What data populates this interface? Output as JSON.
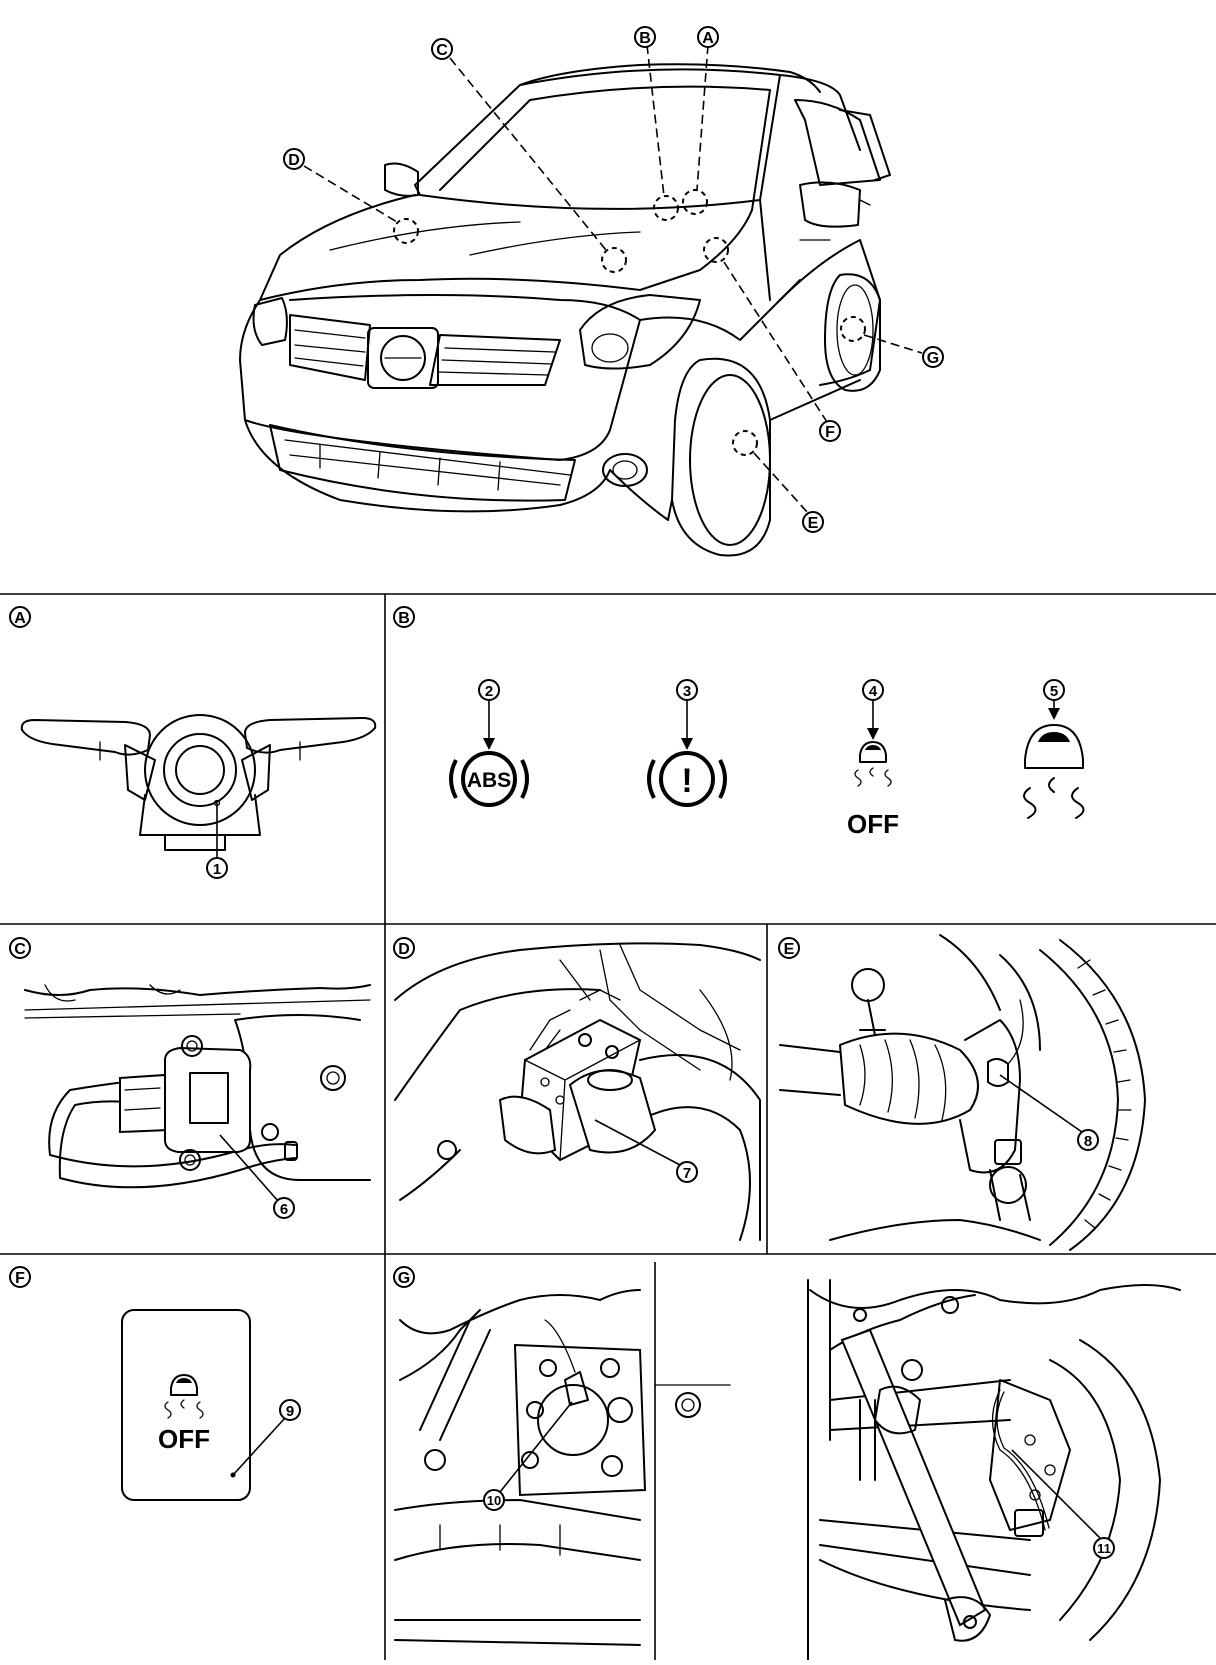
{
  "callout_letters": {
    "a": "A",
    "b": "B",
    "c": "C",
    "d": "D",
    "e": "E",
    "f": "F",
    "g": "G"
  },
  "part_numbers": {
    "n1": "1",
    "n2": "2",
    "n3": "3",
    "n4": "4",
    "n5": "5",
    "n6": "6",
    "n7": "7",
    "n8": "8",
    "n9": "9",
    "n10": "10",
    "n11": "11"
  },
  "warning_lamps": {
    "abs_text": "ABS",
    "brake_text": "!",
    "vdc_off_text": "OFF"
  },
  "switch_panel": {
    "off_text": "OFF"
  }
}
